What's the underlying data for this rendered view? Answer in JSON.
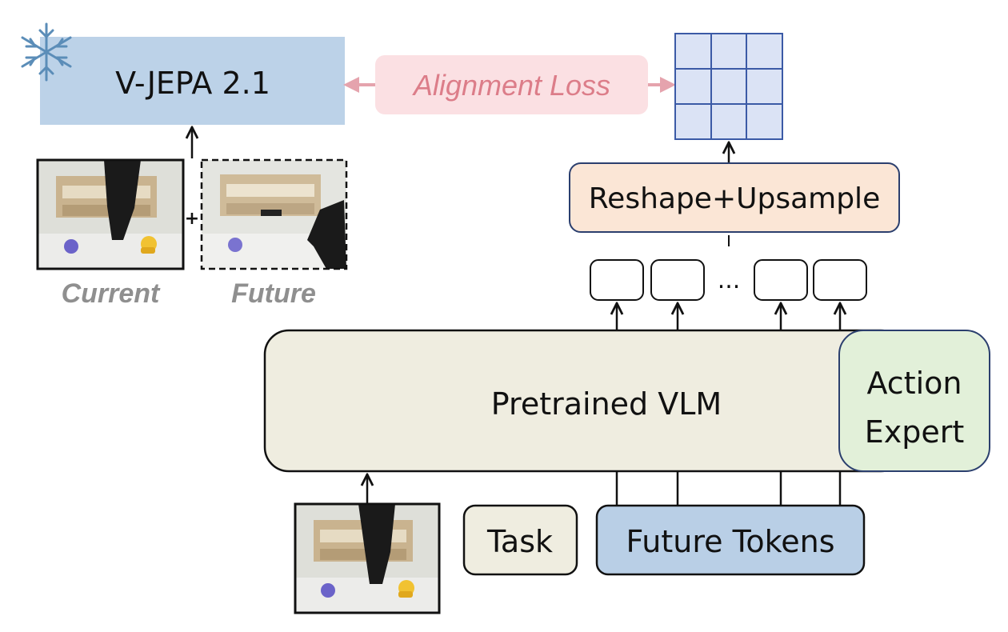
{
  "vjepa": {
    "label": "V-JEPA 2.1"
  },
  "alignment": {
    "label": "Alignment Loss"
  },
  "images": {
    "current_caption": "Current",
    "future_caption": "Future",
    "plus": "+"
  },
  "reshape": {
    "label": "Reshape+Upsample"
  },
  "tokens": {
    "ellipsis": "..."
  },
  "vlm": {
    "label": "Pretrained VLM"
  },
  "action": {
    "line1": "Action",
    "line2": "Expert"
  },
  "inputs": {
    "task": "Task",
    "future_tokens": "Future Tokens"
  },
  "icons": [
    "snowflake-icon",
    "arrow-icon"
  ],
  "colors": {
    "vjepa_fill": "#bcd2e8",
    "alignment_fill": "#fbe0e3",
    "alignment_text": "#dc7d89",
    "grid_fill": "#dbe3f5",
    "grid_stroke": "#3b5aa6",
    "reshape_fill": "#fbe6d6",
    "vlm_fill": "#efede0",
    "action_fill": "#e2f0d9",
    "future_tokens_fill": "#b9cfe6",
    "snowflake": "#5b8db8"
  }
}
